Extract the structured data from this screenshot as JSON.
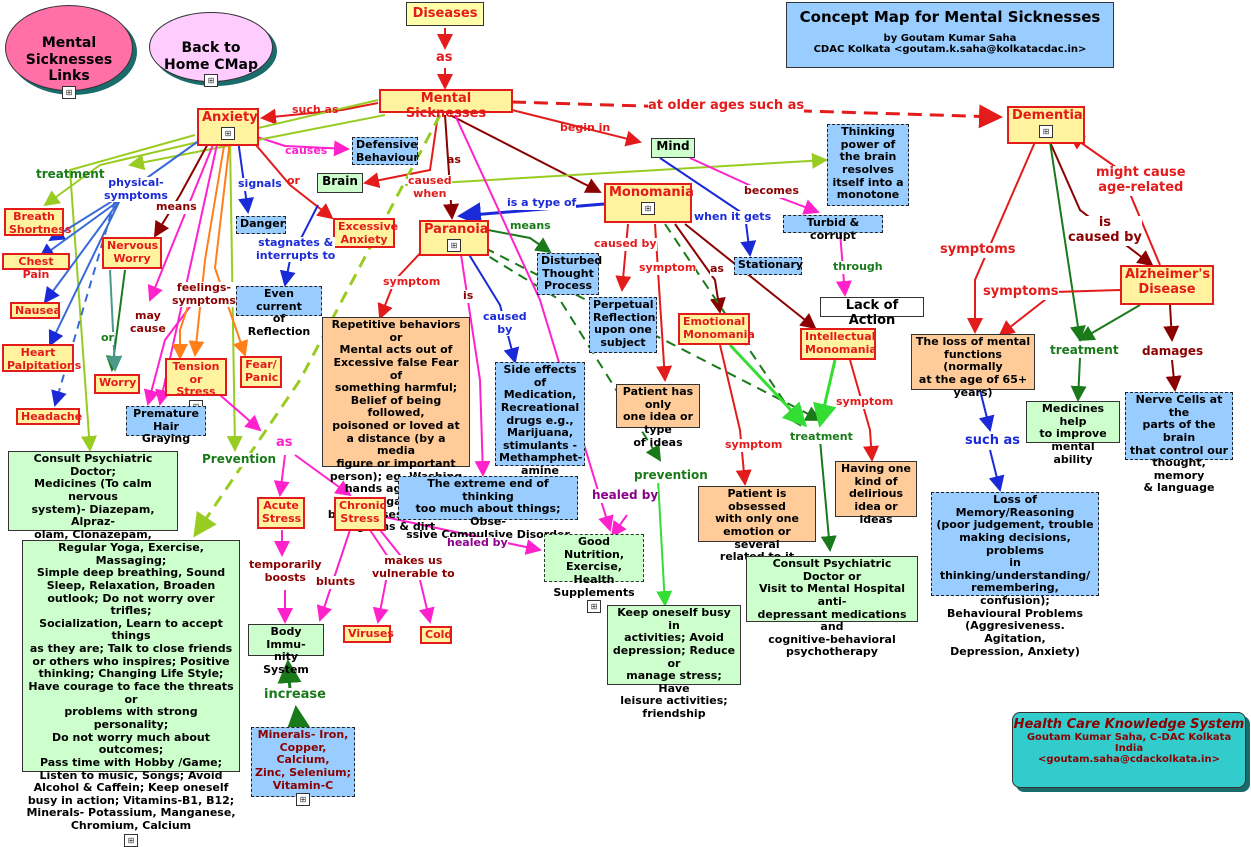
{
  "title": {
    "main": "Concept Map for Mental Sicknesses",
    "author": "by Goutam Kumar Saha",
    "org": "CDAC Kolkata <goutam.k.saha@kolkatacdac.in>"
  },
  "bubbles": {
    "links": "Mental\nSicknesses\nLinks",
    "home": "Back to\nHome CMap"
  },
  "footer": {
    "title": "Health Care Knowledge System",
    "line1": "Goutam Kumar Saha, C-DAC Kolkata India",
    "line2": "<goutam.saha@cdackolkata.in>"
  },
  "icons": {
    "cmap": "cmap-resource-icon"
  },
  "nodes": {
    "diseases": "Diseases",
    "mental_sicknesses": "Mental Sicknesses",
    "dementia": "Dementia",
    "anxiety": "Anxiety",
    "defensive": "Defensive\nBehaviour",
    "mind": "Mind",
    "brain": "Brain",
    "thinking_power": "Thinking\npower of\nthe brain\nresolves\nitself into a\nmonotone",
    "monomania": "Monomania",
    "breath": "Breath\nShortness",
    "chest_pain": "Chest Pain",
    "nausea": "Nausea",
    "heart": "Heart\nPalpitations",
    "headache": "Headache",
    "nervous_worry": "Nervous\nWorry",
    "worry": "Worry",
    "danger": "Danger",
    "excessive_anxiety": "Excessive\nAnxiety",
    "paranoia": "Paranoia",
    "turbid": "Turbid & corrupt",
    "stationary": "Stationary",
    "lack_action": "Lack of Action",
    "disturbed": "Disturbed\nThought\nProcess",
    "perpetual": "Perpetual\nReflection\nupon one\nsubject",
    "even_current": "Even current\nof Reflection",
    "tension": "Tension\nor Stress",
    "fear": "Fear/\nPanic",
    "premature": "Premature\nHair Graying",
    "repetitive": "Repetitive behaviors or\nMental acts out of\nExcessive false Fear of\nsomething harmful;\nBelief of being followed,\npoisoned or loved at\na distance (by a media\nfigure or important\nperson); eg, Washing\nhands again and again\nbeing obsessed about\ngerms & dirt",
    "side_effects": "Side effects of\nMedication,\nRecreational\ndrugs e.g.,\nMarijuana,\nstimulants -\nMethamphet-\namine",
    "one_idea": "Patient has only\none idea or type\nof ideas",
    "emotional": "Emotional\nMonomania",
    "intellectual": "Intellectual\nMonomania",
    "alzheimers": "Alzheimer's\nDisease",
    "loss_functions": "The loss of mental\nfunctions (normally\nat the age of 65+\nyears)",
    "medicines": "Medicines help\nto improve\nmental ability",
    "nerve_cells": "Nerve Cells at the\nparts of the brain\nthat control our\nthought, memory\n& language",
    "consult1": "Consult Psychiatric Doctor;\nMedicines (To calm nervous\nsystem)- Diazepam, Alpraz-\nolam, Clonazepam, Inderol,\nClonidine, Imipramine\nor Wellbutrin",
    "extreme": "The extreme end of thinking\ntoo much about things; Obse-\nssive Compulsive Disorder",
    "obsessed": "Patient is obsessed\nwith only one\nemotion or several\nrelated to it",
    "delirious": "Having one\nkind of\ndelirious\nidea or ideas",
    "loss_memory": "Loss of Memory/Reasoning\n(poor judgement, trouble\nmaking decisions, problems\nin thinking/understanding/\nremembering, confusion);\nBehavioural Problems\n(Aggresiveness. Agitation,\nDepression, Anxiety)",
    "acute": "Acute\nStress",
    "chronic": "Chronic\nStress",
    "good_nutrition": "Good Nutrition,\nExercise, Health\nSupplements",
    "consult2": "Consult Psychiatric Doctor or\nVisit to Mental Hospital anti-\ndepressant medications and\ncognitive-behavioral\npsychotherapy",
    "yoga": "Regular Yoga, Exercise, Massaging;\nSimple deep breathing, Sound\nSleep, Relaxation, Broaden\noutlook; Do not worry over trifles;\nSocialization, Learn to accept things\nas they are; Talk to close friends\nor others who inspires; Positive\nthinking; Changing Life Style;\nHave courage to face the threats or\nproblems with strong personality;\nDo not worry much about outcomes;\nPass time with Hobby /Game;\nListen to music, Songs; Avoid\nAlcohol & Caffein; Keep oneself\nbusy in action; Vitamins-B1, B12;\nMinerals- Potassium, Manganese,\nChromium, Calcium",
    "body_immunity": "Body Immu-\nnity System",
    "viruses": "Viruses",
    "cold": "Cold",
    "busy": "Keep oneself busy in\nactivities; Avoid\ndepression; Reduce or\nmanage stress; Have\nleisure activities;\nfriendship",
    "minerals": "Minerals- Iron,\nCopper, Calcium,\nZinc, Selenium;\nVitamin-C"
  },
  "labels": {
    "as1": "as",
    "such_as": "such as",
    "older_ages": "at older ages such as",
    "begin_in": "begin in",
    "causes": "causes",
    "or1": "or",
    "caused_when": "caused\nwhen",
    "as2": "as",
    "treatment1": "treatment",
    "physical": "physical-\nsymptoms",
    "means1": "means",
    "signals": "signals",
    "is_type": "is a type of",
    "becomes": "becomes",
    "when_gets": "when it gets",
    "stagnates": "stagnates &\ninterrupts to",
    "means2": "means",
    "caused_by1": "caused by",
    "symptom1": "symptom",
    "as3": "as",
    "through": "through",
    "feelings": "feelings-\nsymptoms",
    "may_cause": "may\ncause",
    "or2": "or",
    "symptom2": "symptom",
    "is1": "is",
    "caused_by2": "caused\nby",
    "symptoms1": "symptoms",
    "symptoms2": "symptoms",
    "might_cause": "might cause\nage-related",
    "is_caused_by": "is\ncaused by",
    "treatment2": "treatment",
    "damages": "damages",
    "prevention1": "Prevention",
    "as4": "as",
    "symptom3": "symptom",
    "symptom4": "symptom",
    "treatment3": "treatment",
    "such_as2": "such as",
    "prevention2": "prevention",
    "healed_by1": "healed by",
    "healed_by2": "healed by",
    "temporarily": "temporarily\nboosts",
    "blunts": "blunts",
    "makes_us": "makes us\nvulnerable to",
    "increase": "increase"
  }
}
